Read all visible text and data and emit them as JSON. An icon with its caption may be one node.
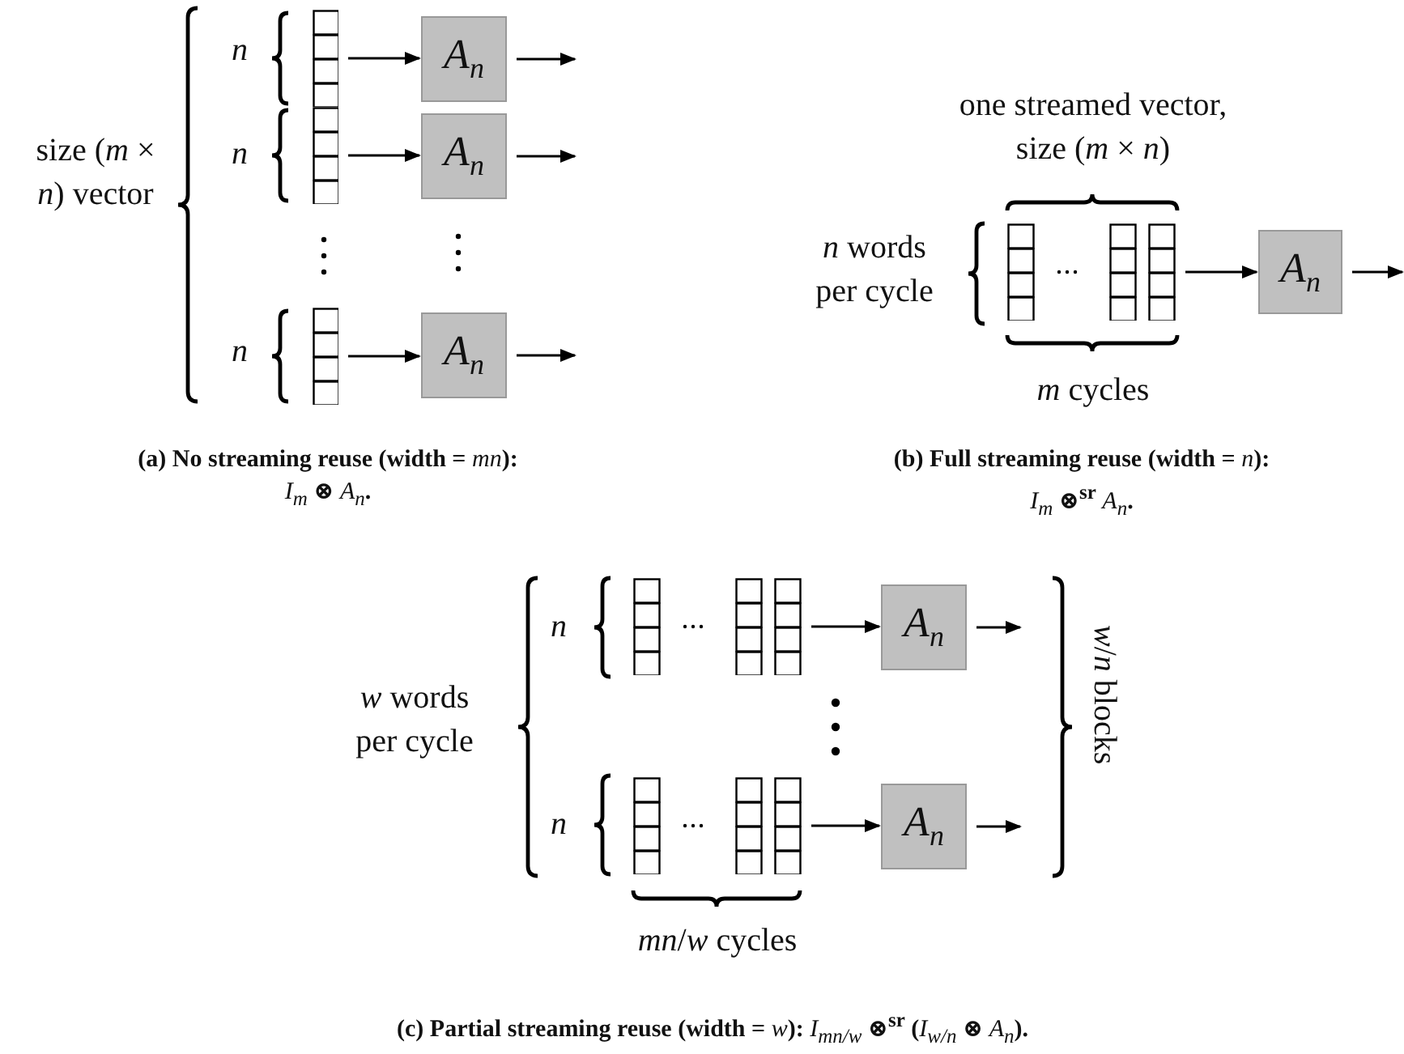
{
  "diagram": {
    "nodes": [
      {
        "text": [],
        "shape": "bar"
      },
      {
        "text": [
          "A$_{n}$"
        ]
      },
      {
        "text": [],
        "shape": "bar"
      },
      {
        "text": [
          "A$_{n}$"
        ]
      },
      {
        "text": [],
        "shape": "bar"
      },
      {
        "text": [
          "A$_{n}$"
        ]
      },
      {
        "text": [],
        "shape": "bar"
      },
      {
        "text": [
          "A$_{n}$"
        ]
      },
      {
        "text": [],
        "shape": "bar"
      },
      {
        "text": [
          "A$_{n}$"
        ]
      },
      {
        "text": [],
        "shape": "bar"
      },
      {
        "text": [
          "A$_{n}$"
        ]
      }
    ],
    "edges": [
      {
        "from": 0,
        "to": 1,
        "arrow": "to"
      },
      {
        "from": 1,
        "to": null,
        "arrow": "to"
      },
      {
        "from": 2,
        "to": 3,
        "arrow": "to"
      },
      {
        "from": 3,
        "to": null,
        "arrow": "to"
      },
      {
        "from": 4,
        "to": 5,
        "arrow": "to"
      },
      {
        "from": 5,
        "to": null,
        "arrow": "to"
      },
      {
        "from": 6,
        "to": 7,
        "arrow": "to"
      },
      {
        "from": 7,
        "to": null,
        "arrow": "to"
      },
      {
        "from": 8,
        "to": 9,
        "arrow": "to"
      },
      {
        "from": 9,
        "to": null,
        "arrow": "to"
      },
      {
        "from": 10,
        "to": 11,
        "arrow": "to"
      },
      {
        "from": 11,
        "to": null,
        "arrow": "to"
      }
    ],
    "labels": [
      "n",
      "size (*m* × *n*) vector",
      "n",
      "n",
      "one streamed vector, size (*m* × *n*)",
      "*n* words per cycle",
      "*m* cycles",
      "(a) No streaming reuse (width = *mn*): *I*$_{m}$ ⊗ *A*$_{n}$.",
      "(b) Full streaming reuse (width = *n*): *I*$_{m}$ ⊗$^{sr}$ *A*$_{n}$.",
      "n",
      "*w* words per cycle",
      "*w*/*n* blocks",
      "n",
      "*mn*/*w* cycles",
      "(c) Partial streaming reuse (width = *w*): *I*$_{mn/w}$ ⊗$^{sr}$ (*I*$_{w/n}$ ⊗ *A*$_{n}$)."
    ]
  }
}
